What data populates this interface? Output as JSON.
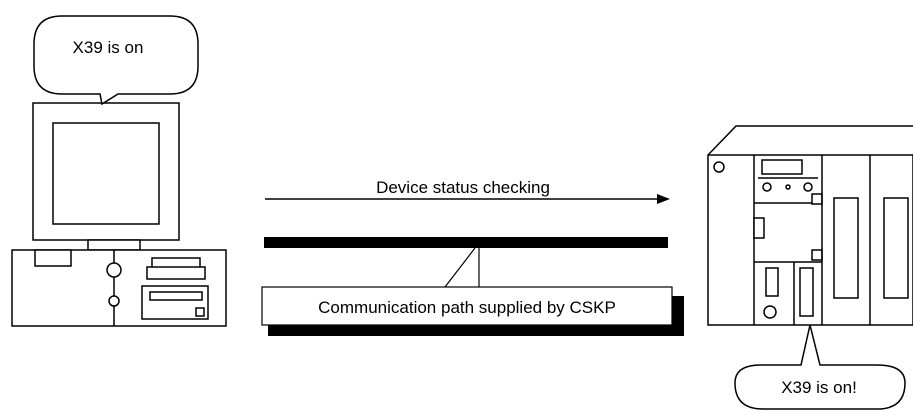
{
  "pc_callout": "X39 is on",
  "plc_callout": "X39 is on!",
  "arrow_label": "Device status checking",
  "path_label": "Communication path supplied by CSKP",
  "colors": {
    "line": "#000000",
    "background": "#ffffff"
  },
  "icons": [
    "personal-computer-icon",
    "plc-rack-icon"
  ]
}
